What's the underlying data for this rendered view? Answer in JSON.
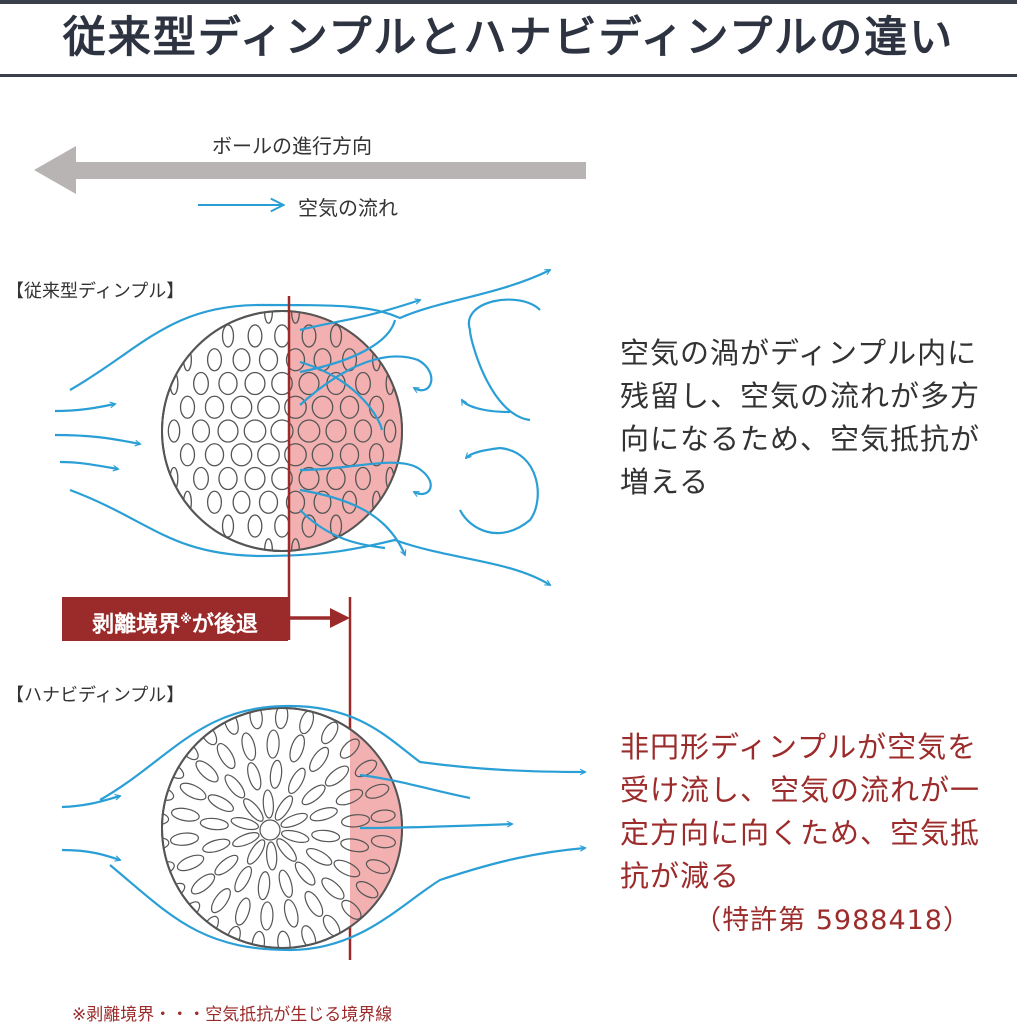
{
  "title": "従来型ディンプルとハナビディンプルの違い",
  "legend": {
    "ball_direction": "ボールの進行方向",
    "air_flow": "空気の流れ"
  },
  "conventional": {
    "label": "【従来型ディンプル】",
    "description": "空気の渦がディンプル内に残留し、空気の流れが多方向になるため、空気抵抗が増える"
  },
  "separation": {
    "label_main": "剥離境界",
    "label_mark": "※",
    "label_tail": "が後退"
  },
  "hanabi": {
    "label": "【ハナビディンプル】",
    "description": "非円形ディンプルが空気を受け流し、空気の流れが一定方向に向くため、空気抵抗が減る",
    "patent": "（特許第 5988418）"
  },
  "footnote": "※剥離境界・・・空気抵抗が生じる境界線",
  "colors": {
    "air": "#2a9fd6",
    "accent_red": "#9b2b2b",
    "wake_pink": "#f2b0b0",
    "arrow_gray": "#b9b4b4",
    "title_rule": "#3a3f4c"
  }
}
